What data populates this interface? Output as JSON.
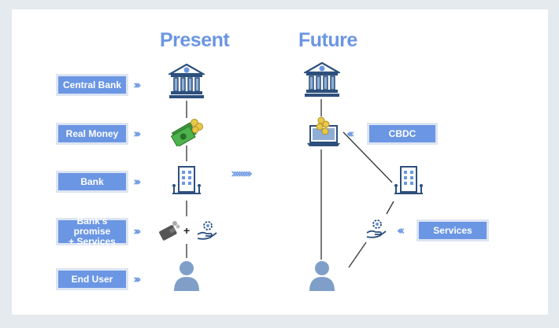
{
  "headings": {
    "present": "Present",
    "future": "Future"
  },
  "present_labels": [
    {
      "id": "central-bank",
      "text": "Central Bank"
    },
    {
      "id": "real-money",
      "text": "Real Money"
    },
    {
      "id": "bank",
      "text": "Bank"
    },
    {
      "id": "banks-promise",
      "line1": "Bank's promise",
      "line2": "+ Services"
    },
    {
      "id": "end-user",
      "text": "End User"
    }
  ],
  "future_labels": {
    "cbdc": "CBDC",
    "services": "Services"
  },
  "plus_sign": "+",
  "colors": {
    "accent": "#6b96e3",
    "icon_dark": "#2d4f7c",
    "icon_light": "#8eaed6",
    "user": "#7f9fc9",
    "money_green": "#3b9a3b",
    "coin": "#e6c84a"
  },
  "icons": [
    "bank-building-icon",
    "money-bills-icon",
    "office-building-icon",
    "wallet-icon",
    "hand-gear-icon",
    "user-icon",
    "laptop-coins-icon"
  ]
}
